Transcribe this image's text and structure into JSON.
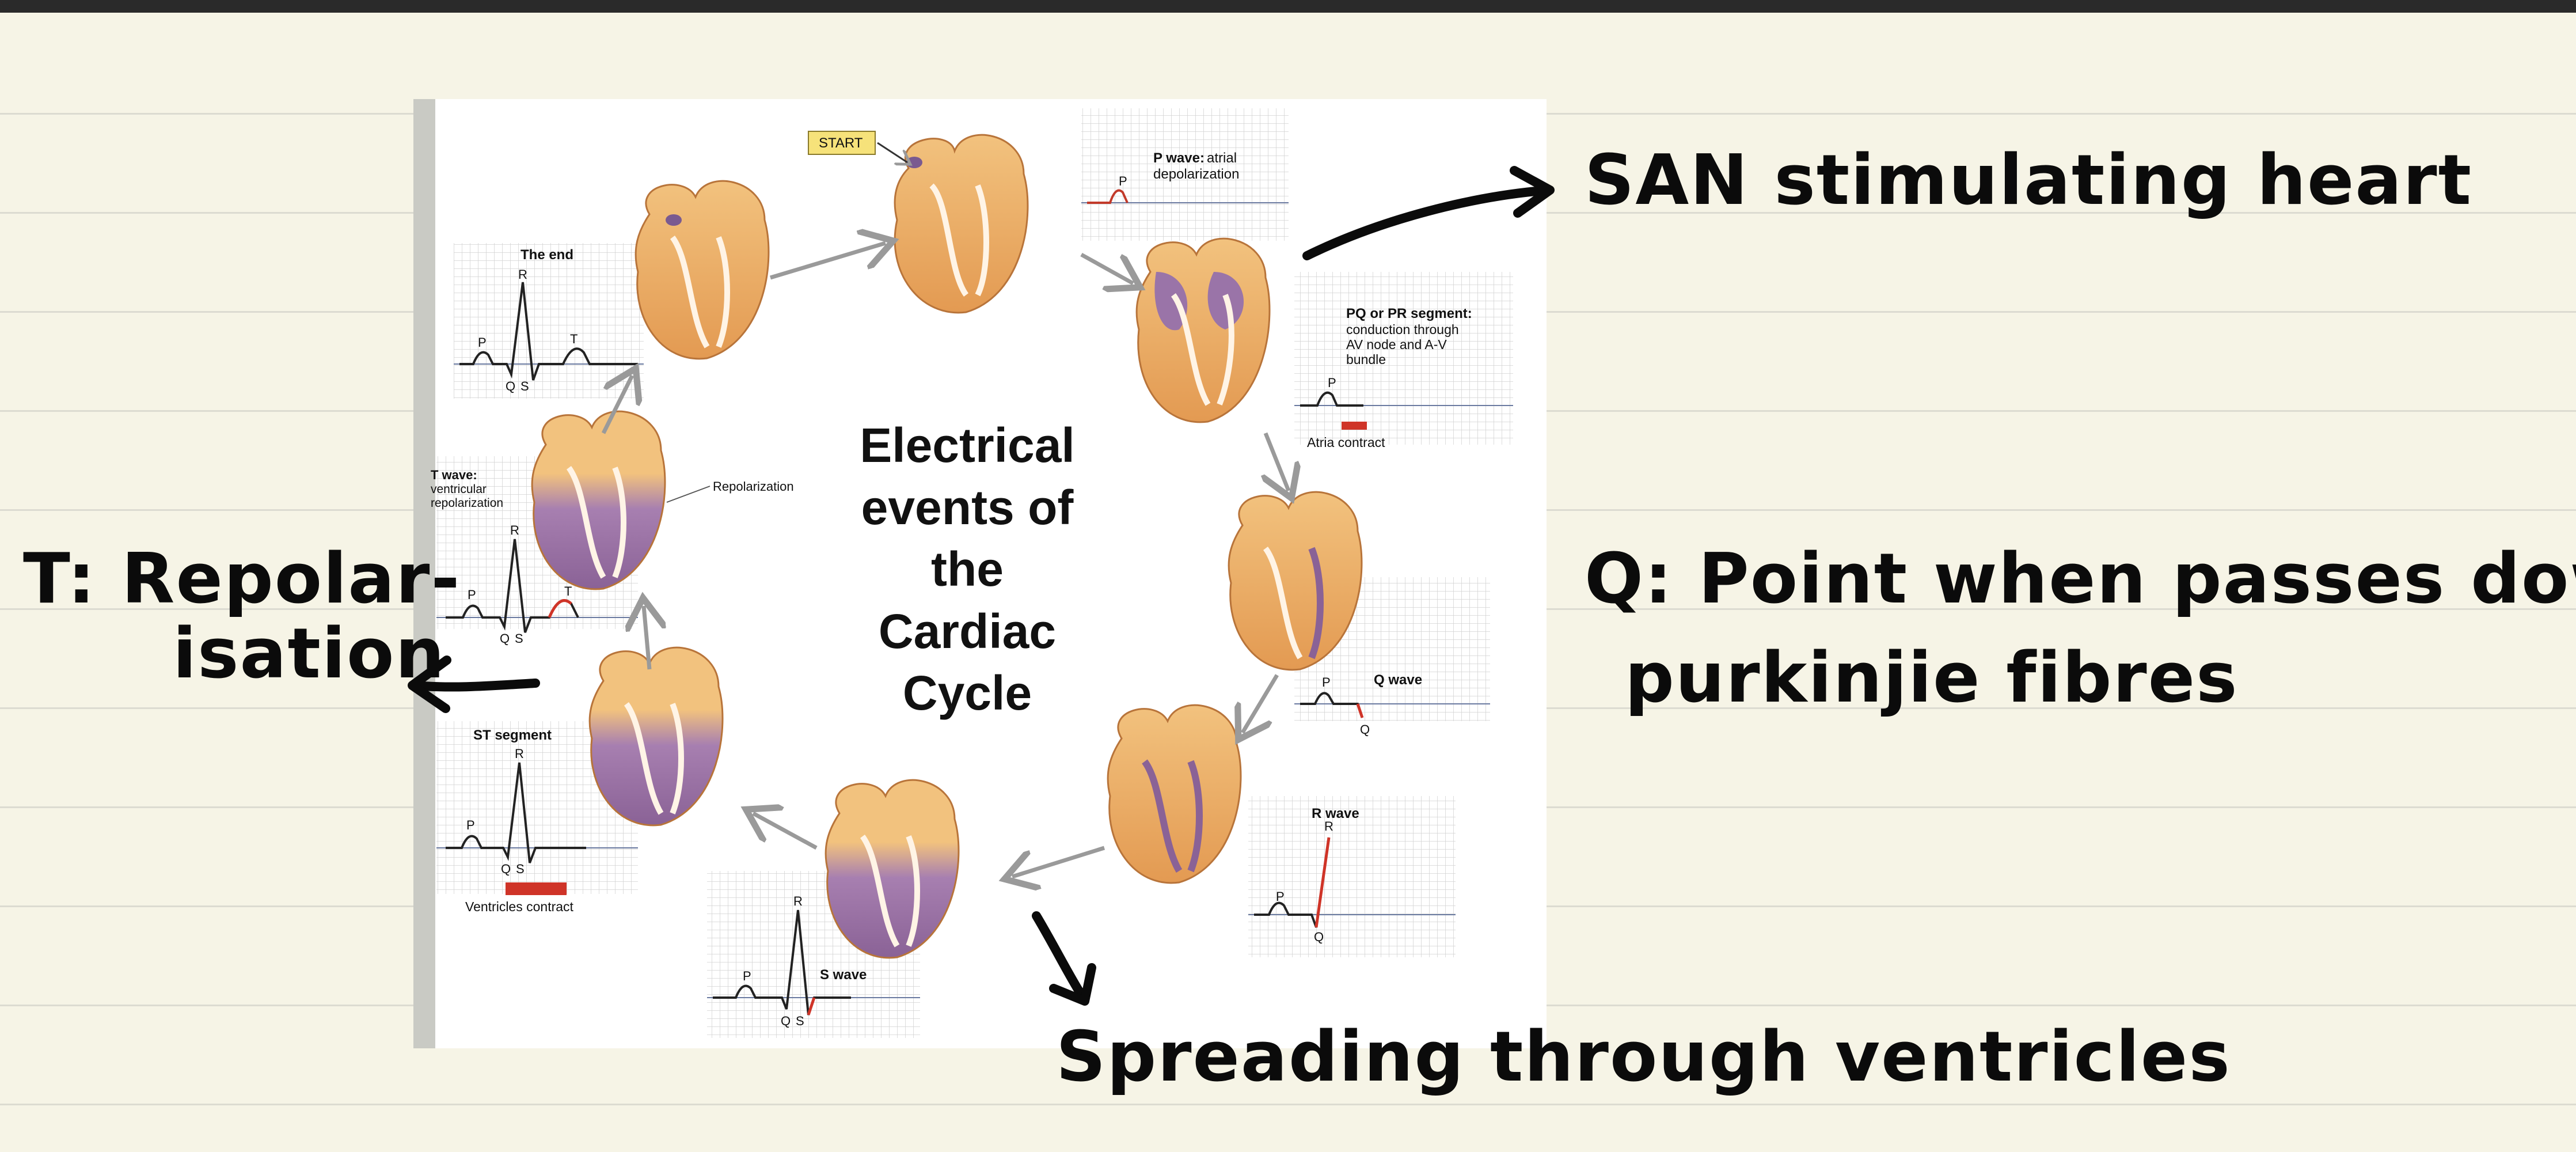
{
  "figure": {
    "start_label": "START",
    "center_title_lines": [
      "Electrical",
      "events of",
      "the",
      "Cardiac",
      "Cycle"
    ],
    "repolarization_label": "Repolarization",
    "panels": {
      "p_wave": {
        "title_bold": "P wave:",
        "title_rest": "atrial",
        "line2": "depolarization",
        "peak": "P"
      },
      "pq": {
        "title": "PQ or PR segment:",
        "line2": "conduction through",
        "line3": "AV node and A-V",
        "line4": "bundle",
        "peak": "P",
        "caption": "Atria contract"
      },
      "q_wave": {
        "title": "Q wave",
        "p": "P",
        "q": "Q"
      },
      "r_wave": {
        "title": "R wave",
        "r": "R",
        "p": "P",
        "q": "Q"
      },
      "s_wave": {
        "title": "S wave",
        "r": "R",
        "p": "P",
        "q": "Q",
        "s": "S"
      },
      "st": {
        "title": "ST segment",
        "r": "R",
        "p": "P",
        "q": "Q",
        "s": "S",
        "caption": "Ventricles contract"
      },
      "t_wave": {
        "title": "T wave:",
        "line2": "ventricular",
        "line3": "repolarization",
        "r": "R",
        "p": "P",
        "q": "Q",
        "s": "S",
        "t": "T"
      },
      "end": {
        "title": "The end",
        "r": "R",
        "p": "P",
        "t": "T",
        "q": "Q",
        "s": "S"
      }
    }
  },
  "notes": {
    "san": "SAN stimulating heart",
    "q_line1": "Q: Point when passes down",
    "q_line2": "purkinjie fibres",
    "t_line1": "T: Repolar-",
    "t_line2": "isation",
    "spreading": "Spreading through ventricles"
  },
  "colors": {
    "paper": "#f6f4e6",
    "heart_orange": "#e8a65a",
    "heart_purple": "#8e6a9e",
    "grid": "#c8c8c8",
    "ecg_red": "#d03020"
  }
}
